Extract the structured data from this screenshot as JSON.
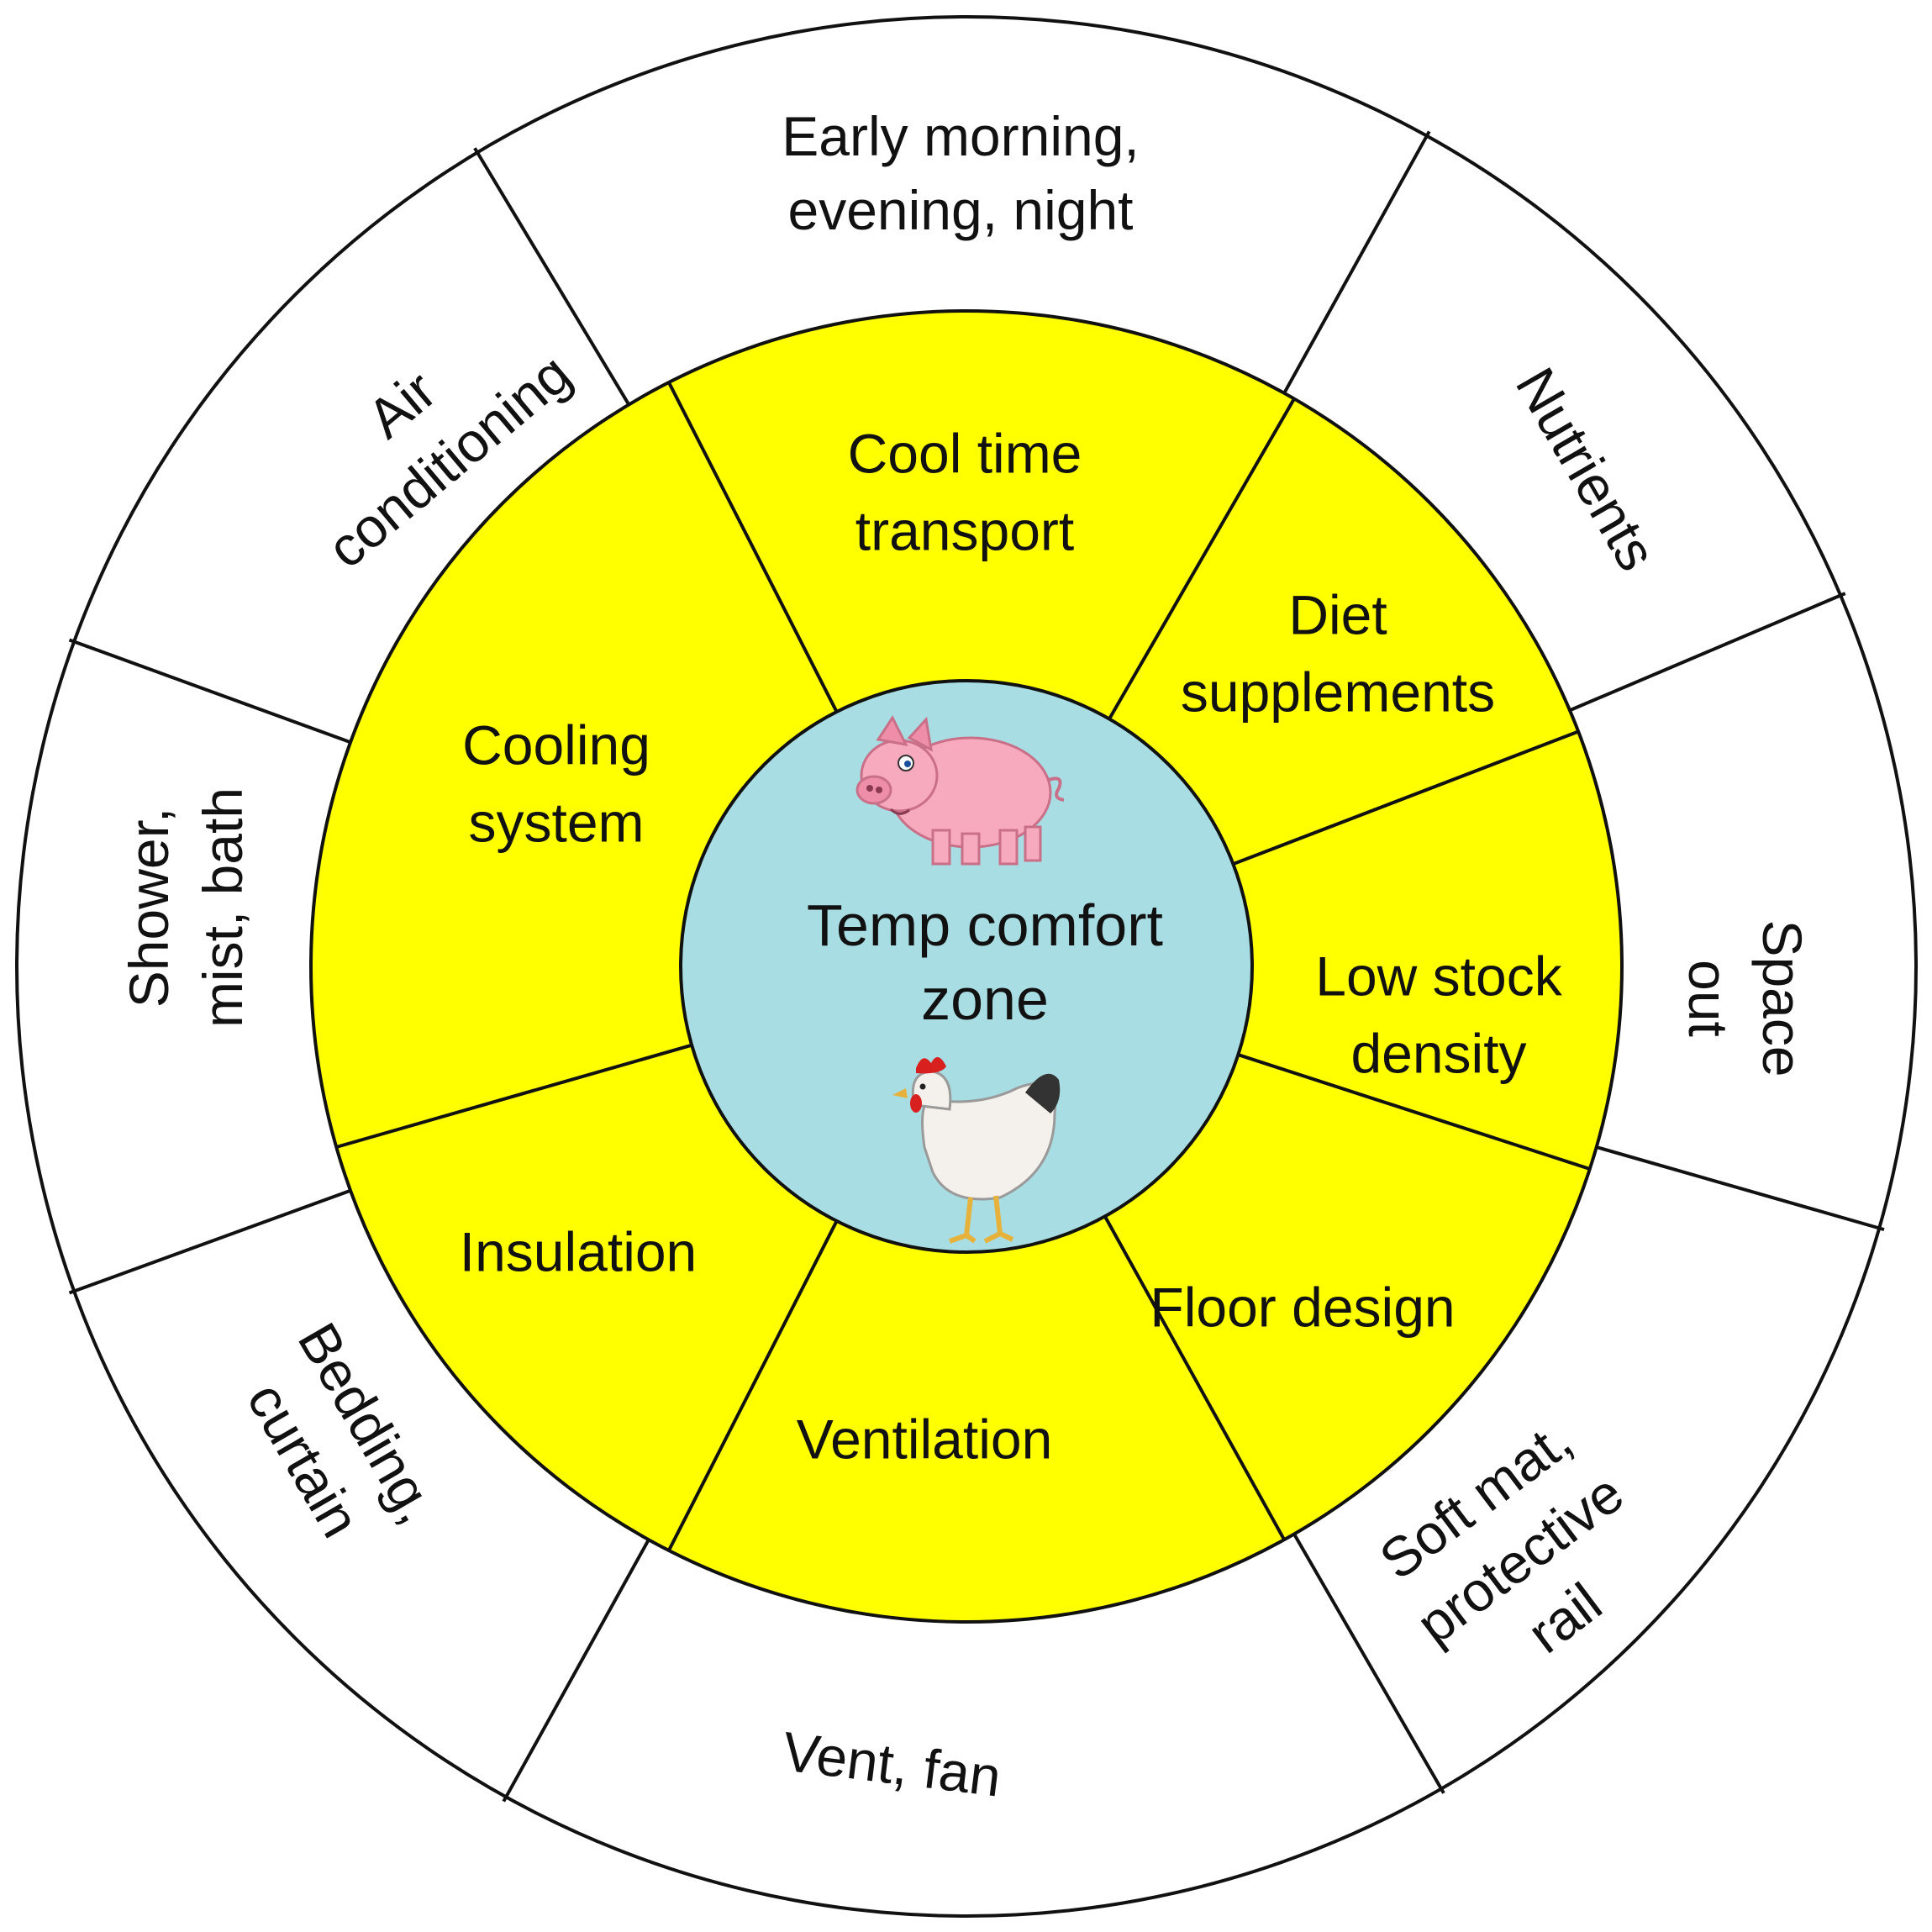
{
  "colors": {
    "outer_ring": "#ffffff",
    "middle_ring": "#ffff00",
    "center": "#a8dee3",
    "stroke": "#111111",
    "pig": "#f7a9bd",
    "hen": "#f4f1ec"
  },
  "center": {
    "lines": [
      "Temp comfort",
      "zone"
    ],
    "icons": [
      "pig-icon",
      "hen-icon"
    ]
  },
  "inner_segments": [
    {
      "id": "cool-time-transport",
      "lines": [
        "Cool time",
        "transport"
      ]
    },
    {
      "id": "diet-supplements",
      "lines": [
        "Diet",
        "supplements"
      ]
    },
    {
      "id": "low-stock-density",
      "lines": [
        "Low stock",
        "density"
      ]
    },
    {
      "id": "floor-design",
      "lines": [
        "Floor design"
      ]
    },
    {
      "id": "ventilation",
      "lines": [
        "Ventilation"
      ]
    },
    {
      "id": "insulation",
      "lines": [
        "Insulation"
      ]
    },
    {
      "id": "cooling-system",
      "lines": [
        "Cooling",
        "system"
      ]
    }
  ],
  "outer_segments": [
    {
      "id": "early-morning",
      "lines": [
        "Early morning,",
        "evening, night"
      ]
    },
    {
      "id": "nutrients",
      "lines": [
        "Nutrients"
      ]
    },
    {
      "id": "space-out",
      "lines": [
        "Space",
        "out"
      ]
    },
    {
      "id": "soft-mat",
      "lines": [
        "Soft mat,",
        "protective",
        "rail"
      ]
    },
    {
      "id": "vent-fan",
      "lines": [
        "Vent, fan"
      ]
    },
    {
      "id": "bedding-curtain",
      "lines": [
        "Bedding,",
        "curtain"
      ]
    },
    {
      "id": "shower-mist-bath",
      "lines": [
        "Shower,",
        "mist, bath"
      ]
    },
    {
      "id": "air-conditioning",
      "lines": [
        "Air",
        "conditioning"
      ]
    }
  ]
}
